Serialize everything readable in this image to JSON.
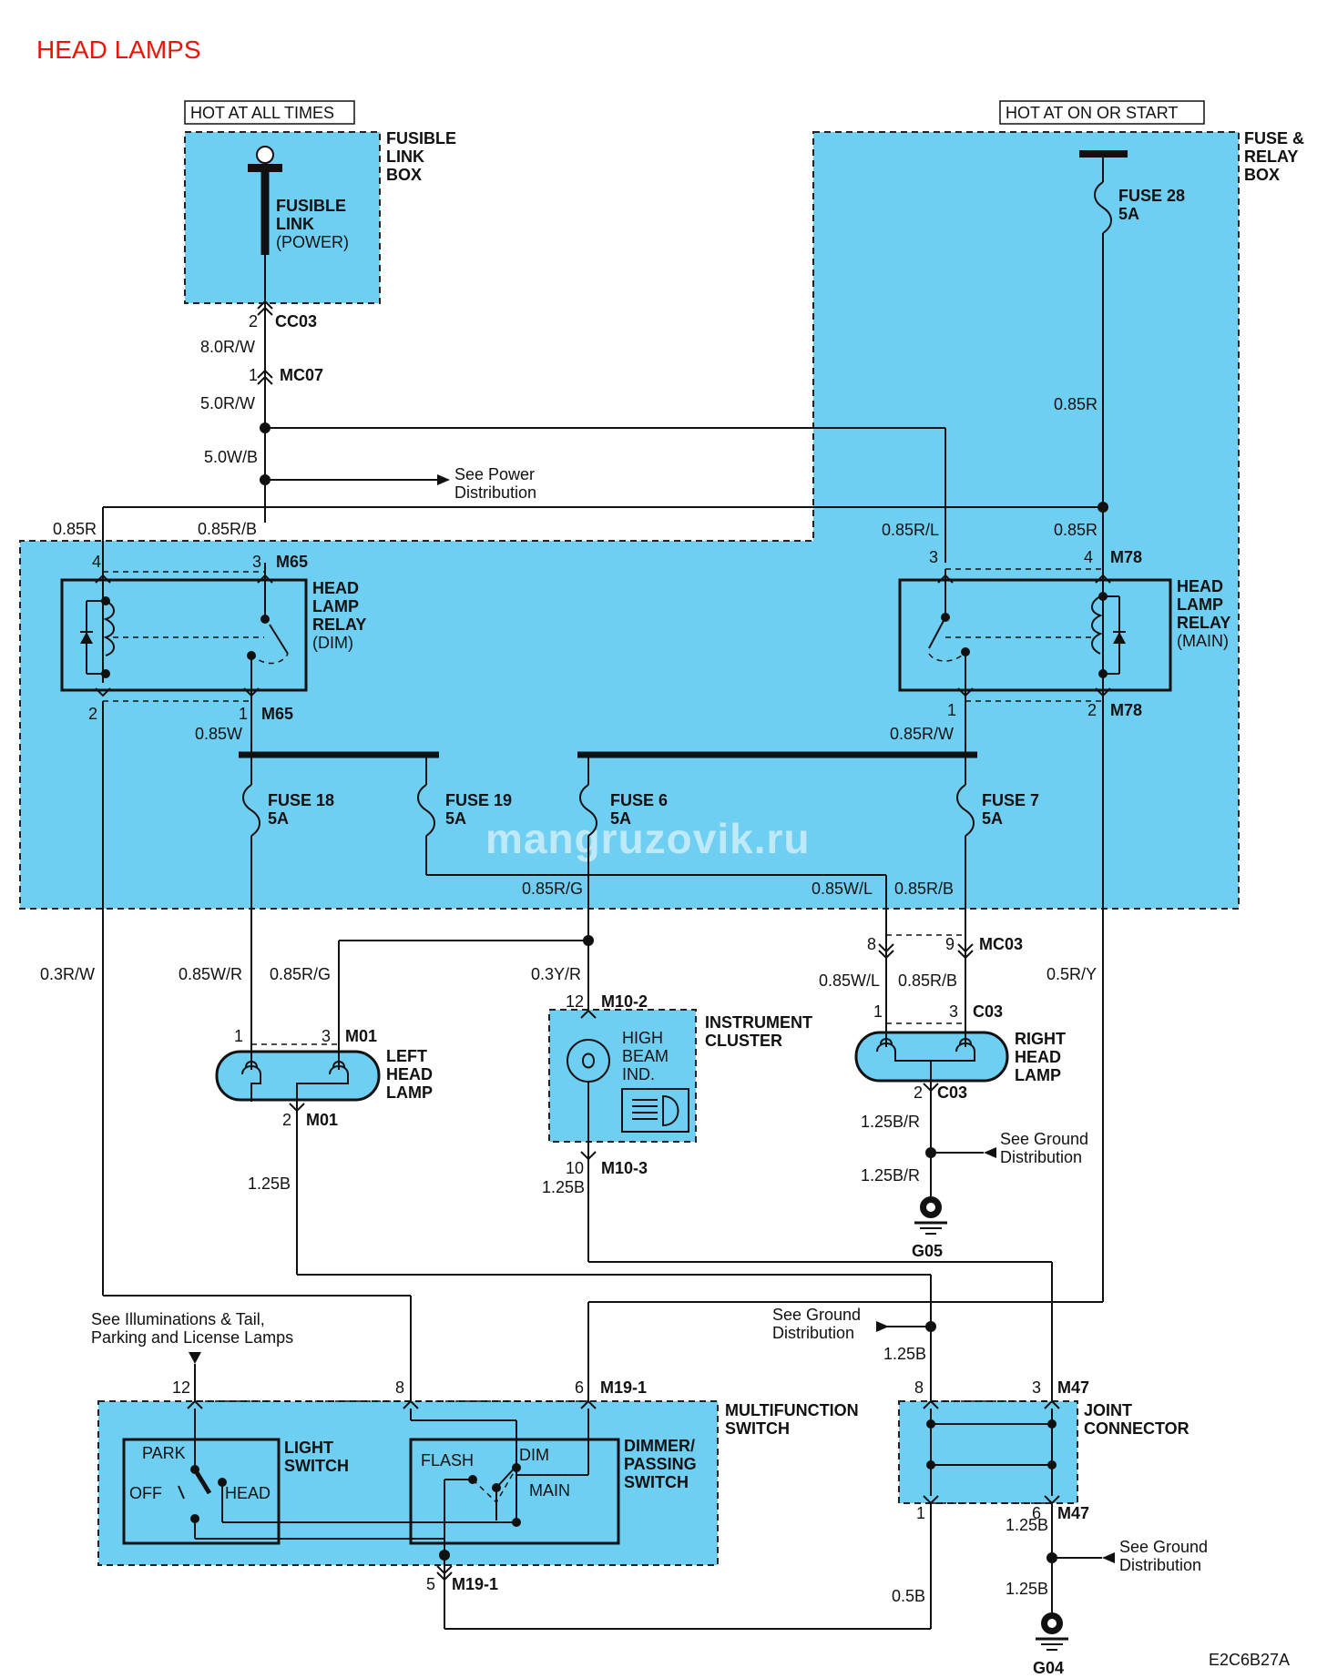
{
  "title": "HEAD LAMPS",
  "watermark": "mangruzovik.ru",
  "figure_id": "E2C6B27A",
  "colors": {
    "title": "#e8150b",
    "box_fill": "#6fcff2",
    "wire": "#111111"
  },
  "sources": {
    "hot_at_all_times": "HOT AT ALL TIMES",
    "hot_at_on_or_start": "HOT AT ON OR START"
  },
  "fusible_link_box": {
    "title": [
      "FUSIBLE",
      "LINK",
      "BOX"
    ],
    "link": [
      "FUSIBLE",
      "LINK"
    ],
    "link_sub": "(POWER)"
  },
  "fuse_relay_box": {
    "title": [
      "FUSE &",
      "RELAY",
      "BOX"
    ]
  },
  "fuses": {
    "f28": [
      "FUSE 28",
      "5A"
    ],
    "f18": [
      "FUSE 18",
      "5A"
    ],
    "f19": [
      "FUSE 19",
      "5A"
    ],
    "f6": [
      "FUSE 6",
      "5A"
    ],
    "f7": [
      "FUSE 7",
      "5A"
    ]
  },
  "relay_dim": {
    "title": [
      "HEAD",
      "LAMP",
      "RELAY"
    ],
    "sub": "(DIM)"
  },
  "relay_main": {
    "title": [
      "HEAD",
      "LAMP",
      "RELAY"
    ],
    "sub": "(MAIN)"
  },
  "left_lamp": [
    "LEFT",
    "HEAD",
    "LAMP"
  ],
  "right_lamp": [
    "RIGHT",
    "HEAD",
    "LAMP"
  ],
  "cluster": {
    "title": [
      "INSTRUMENT",
      "CLUSTER"
    ],
    "ind": [
      "HIGH",
      "BEAM",
      "IND."
    ],
    "icon": "high-beam-icon"
  },
  "multifunction": {
    "title": [
      "MULTIFUNCTION",
      "SWITCH"
    ],
    "light_switch": [
      "LIGHT",
      "SWITCH"
    ],
    "light_positions": {
      "park": "PARK",
      "off": "OFF",
      "head": "HEAD"
    },
    "dimmer": [
      "DIMMER/",
      "PASSING",
      "SWITCH"
    ],
    "dimmer_positions": {
      "flash": "FLASH",
      "dim": "DIM",
      "main": "MAIN"
    }
  },
  "joint_connector": [
    "JOINT",
    "CONNECTOR"
  ],
  "references": {
    "power": [
      "See Power",
      "Distribution"
    ],
    "ground_g05": [
      "See Ground",
      "Distribution"
    ],
    "ground_joint": [
      "See Ground",
      "Distribution"
    ],
    "ground_g04": [
      "See Ground",
      "Distribution"
    ],
    "illum": [
      "See Illuminations & Tail,",
      "Parking and License Lamps"
    ]
  },
  "grounds": {
    "g05": "G05",
    "g04": "G04"
  },
  "connectors": {
    "cc03": "CC03",
    "mc07": "MC07",
    "m65": "M65",
    "m78": "M78",
    "mc03": "MC03",
    "c03": "C03",
    "m01": "M01",
    "m10_2": "M10-2",
    "m10_3": "M10-3",
    "m19_1": "M19-1",
    "m47": "M47"
  },
  "pins": {
    "cc03": "2",
    "mc07": "1",
    "m65_4": "4",
    "m65_3": "3",
    "m65_2": "2",
    "m65_1": "1",
    "m78_3": "3",
    "m78_4": "4",
    "m78_1": "1",
    "m78_2": "2",
    "mc03_8": "8",
    "mc03_9": "9",
    "c03_1": "1",
    "c03_3": "3",
    "c03_2": "2",
    "m01_1": "1",
    "m01_3": "3",
    "m01_2": "2",
    "m10_12": "12",
    "m10_10": "10",
    "m19_12": "12",
    "m19_8": "8",
    "m19_6": "6",
    "m19_5": "5",
    "m47_8": "8",
    "m47_3": "3",
    "m47_1": "1",
    "m47_6": "6"
  },
  "wires": {
    "w_80rw": "8.0R/W",
    "w_50rw": "5.0R/W",
    "w_50wb": "5.0W/B",
    "w_085r_left": "0.85R",
    "w_085rb_top": "0.85R/B",
    "w_085r_top": "0.85R",
    "w_085rl": "0.85R/L",
    "w_085r_m78": "0.85R",
    "w_085w": "0.85W",
    "w_085rw": "0.85R/W",
    "w_085rg_mid": "0.85R/G",
    "w_085wl_mid": "0.85W/L",
    "w_085rb_mid": "0.85R/B",
    "w_03rw": "0.3R/W",
    "w_085wr": "0.85W/R",
    "w_085rg_lamp": "0.85R/G",
    "w_03yr": "0.3Y/R",
    "w_085wl_lamp": "0.85W/L",
    "w_085rb_lamp": "0.85R/B",
    "w_05ry": "0.5R/Y",
    "w_125b_m01": "1.25B",
    "w_125b_m10": "1.25B",
    "w_125br_1": "1.25B/R",
    "w_125br_2": "1.25B/R",
    "w_125b_joint": "1.25B",
    "w_125b_m47a": "1.25B",
    "w_125b_m47b": "1.25B",
    "w_05b": "0.5B"
  }
}
